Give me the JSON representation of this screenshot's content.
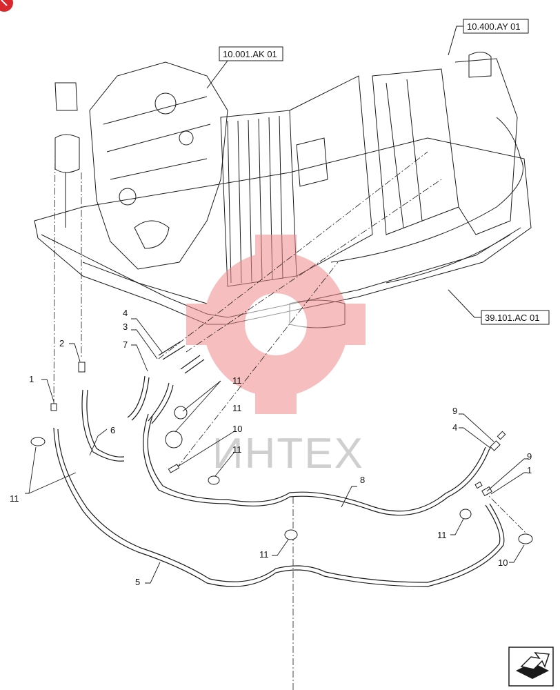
{
  "references": [
    {
      "id": "ref-engine",
      "label": "10.001.AK 01"
    },
    {
      "id": "ref-tank",
      "label": "10.400.AY 01"
    },
    {
      "id": "ref-frame",
      "label": "39.101.AC 01"
    }
  ],
  "callouts": {
    "c1a": "1",
    "c2": "2",
    "c3": "3",
    "c4a": "4",
    "c7": "7",
    "c6": "6",
    "c11a": "11",
    "c11b": "11",
    "c10a": "10",
    "c11c": "11",
    "c11d": "11",
    "c8": "8",
    "c9a": "9",
    "c4b": "4",
    "c9b": "9",
    "c1b": "1",
    "c11e": "11",
    "c11f": "11",
    "c10b": "10",
    "c5": "5"
  },
  "watermark": {
    "text": "ИНТЕХ"
  },
  "colors": {
    "line": "#1a1a1a",
    "watermark": "#f08a8a",
    "badge": "#d9272e"
  },
  "icons": {
    "corner": "badge-icon",
    "nav": "next-page-icon"
  }
}
